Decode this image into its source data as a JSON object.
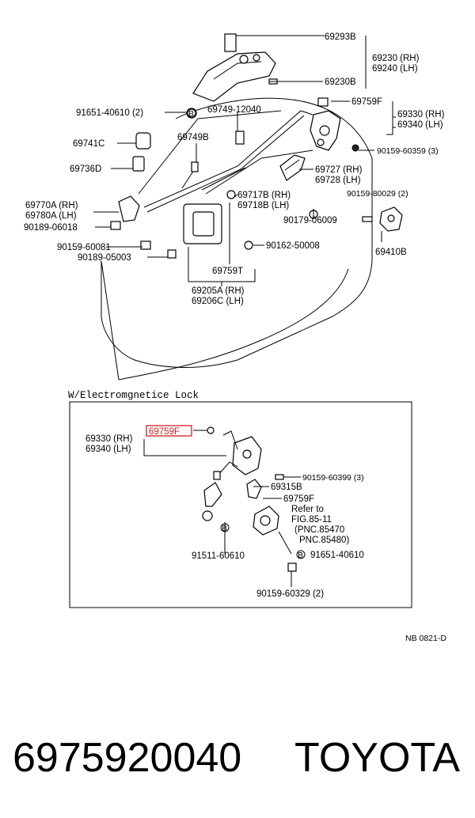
{
  "labels": {
    "p69293B": "69293B",
    "p69230": "69230 (RH)",
    "p69240": "69240 (LH)",
    "p69230B": "69230B",
    "p91651_top": "91651-40610 (2)",
    "p69749": "69749-12040",
    "p69759F_top": "69759F",
    "p69330_top": "69330 (RH)",
    "p69340_top": "69340 (LH)",
    "p69741C": "69741C",
    "p69749B": "69749B",
    "p90159_60359": "90159-60359 (3)",
    "p69736D": "69736D",
    "p69727": "69727 (RH)",
    "p69728": "69728 (LH)",
    "p90159_80029": "90159-80029 (2)",
    "p69717B": "69717B (RH)",
    "p69718B": "69718B (LH)",
    "p69770A": "69770A (RH)",
    "p69780A": "69780A (LH)",
    "p90179": "90179-06009",
    "p90189_06018": "90189-06018",
    "p90159_60081": "90159-60081",
    "p90162": "90162-50008",
    "p69410B": "69410B",
    "p90189_05003": "90189-05003",
    "p69759T": "69759T",
    "p69205A": "69205A (RH)",
    "p69206C": "69206C (LH)"
  },
  "inset": {
    "title": "W/Electromgnetice Lock",
    "p69759F_hl": "69759F",
    "p69330": "69330 (RH)",
    "p69340": "69340 (LH)",
    "p90159_60399": "90159-60399 (3)",
    "p69315B": "69315B",
    "p69759F": "69759F",
    "refer1": "Refer to",
    "refer2": "FIG.85-11",
    "refer3": "(PNC.85470",
    "refer4": "PNC.85480)",
    "p91511": "91511-60610",
    "p91651": "91651-40610",
    "p90159_60329": "90159-60329 (2)"
  },
  "footer": {
    "code": "NB 0821-D",
    "part_number": "6975920040",
    "brand": "TOYOTA"
  },
  "colors": {
    "highlight": "#d02020"
  }
}
